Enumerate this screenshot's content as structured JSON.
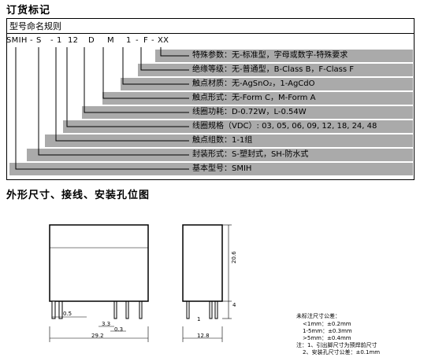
{
  "section1": {
    "title": "订货标记",
    "subtitle": "型号命名规则",
    "code": [
      "SMIH",
      "-",
      "S",
      "-",
      "1",
      "12",
      "D",
      "M",
      "1",
      "-",
      "F",
      "-",
      "XX"
    ],
    "rows": [
      "特殊参数：无-标准型，字母或数字-特殊要求",
      "绝缘等级：无-普通型，B-Class B，F-Class F",
      "触点材质：无-AgSnO₂，1-AgCdO",
      "触点形式：无-Form C，M-Form A",
      "线圈功耗：D-0.72W，L-0.54W",
      "线圈规格（VDC）: 03, 05, 06, 09, 12, 18, 24, 48",
      "触点组数：1-1组",
      "封装形式：S-塑封式，SH-防水式",
      "基本型号：SMIH"
    ]
  },
  "section2": {
    "title": "外形尺寸、接线、安装孔位图",
    "dims": {
      "pin_width": "0.5",
      "pin_pitch": "3.3",
      "pin_thick": "0.3",
      "total_width": "29.2",
      "depth": "12.8",
      "height": "20.6",
      "pin_len": "4",
      "pin_gap": "1"
    },
    "tolerance_notes": [
      "未标注尺寸公差：",
      "<1mm：±0.2mm",
      "1-5mm：±0.3mm",
      ">5mm：±0.4mm",
      "注：1、引出脚尺寸为预焊前尺寸",
      "2、安装孔尺寸公差：±0.1mm"
    ]
  }
}
